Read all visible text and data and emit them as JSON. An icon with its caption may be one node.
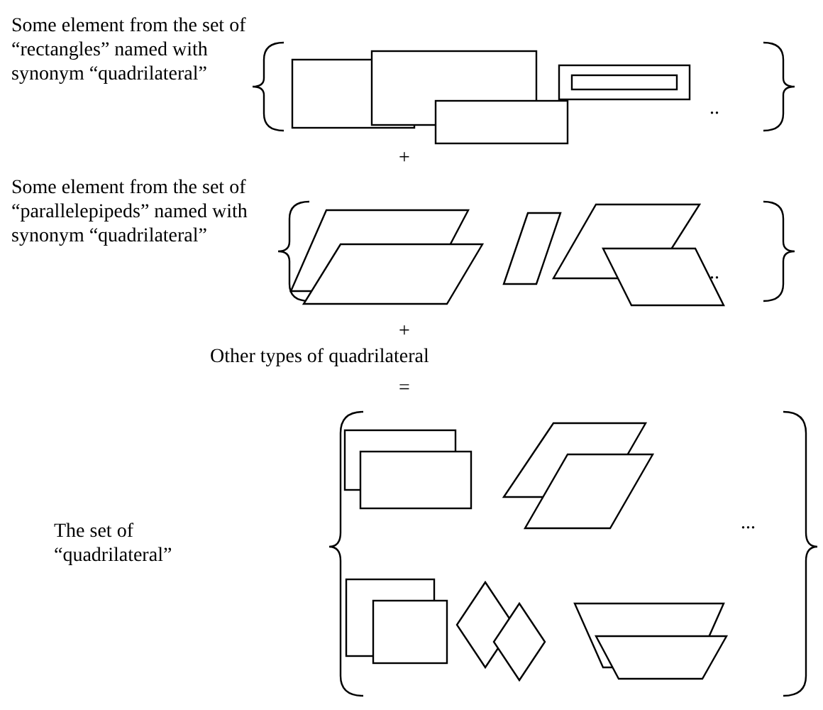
{
  "diagram": {
    "labels": [
      "Some element from the set of “rectangles” named with synonym “quadrilateral”",
      "..",
      "+",
      "Some element from the set of “parallelepipeds” named with synonym “quadrilateral”",
      "..",
      "+",
      "Other types of quadrilateral",
      "=",
      "The set of “quadrilateral”",
      "..."
    ]
  }
}
